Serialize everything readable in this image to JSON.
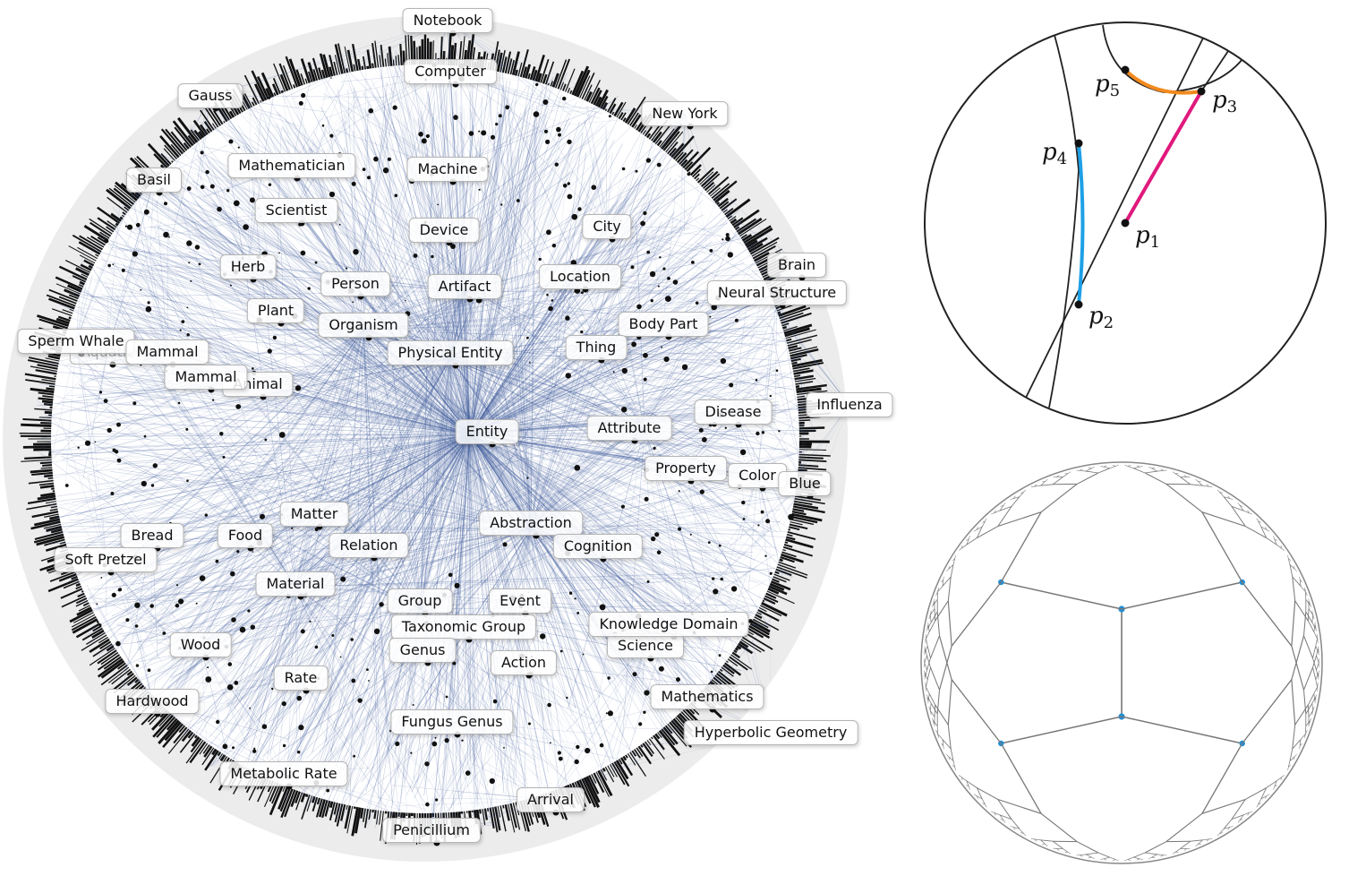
{
  "embedding": {
    "labels": [
      {
        "id": "notebook",
        "text": "Notebook"
      },
      {
        "id": "computer",
        "text": "Computer"
      },
      {
        "id": "gauss",
        "text": "Gauss"
      },
      {
        "id": "new-york",
        "text": "New York"
      },
      {
        "id": "mathematician",
        "text": "Mathematician"
      },
      {
        "id": "machine",
        "text": "Machine"
      },
      {
        "id": "basil",
        "text": "Basil"
      },
      {
        "id": "scientist",
        "text": "Scientist"
      },
      {
        "id": "city",
        "text": "City"
      },
      {
        "id": "device",
        "text": "Device"
      },
      {
        "id": "herb",
        "text": "Herb"
      },
      {
        "id": "brain",
        "text": "Brain"
      },
      {
        "id": "location",
        "text": "Location"
      },
      {
        "id": "person",
        "text": "Person"
      },
      {
        "id": "artifact",
        "text": "Artifact"
      },
      {
        "id": "neural-structure",
        "text": "Neural Structure"
      },
      {
        "id": "plant",
        "text": "Plant"
      },
      {
        "id": "body-part",
        "text": "Body Part"
      },
      {
        "id": "organism",
        "text": "Organism"
      },
      {
        "id": "aquatic",
        "text": "Aquatic"
      },
      {
        "id": "sperm-whale",
        "text": "Sperm Whale"
      },
      {
        "id": "mammal-1",
        "text": "Mammal"
      },
      {
        "id": "thing",
        "text": "Thing"
      },
      {
        "id": "physical-entity",
        "text": "Physical Entity"
      },
      {
        "id": "animal",
        "text": "Animal"
      },
      {
        "id": "mammal-2",
        "text": "Mammal"
      },
      {
        "id": "influenza",
        "text": "Influenza"
      },
      {
        "id": "disease",
        "text": "Disease"
      },
      {
        "id": "entity",
        "text": "Entity"
      },
      {
        "id": "attribute",
        "text": "Attribute"
      },
      {
        "id": "property",
        "text": "Property"
      },
      {
        "id": "color",
        "text": "Color"
      },
      {
        "id": "blue",
        "text": "Blue"
      },
      {
        "id": "matter",
        "text": "Matter"
      },
      {
        "id": "abstraction",
        "text": "Abstraction"
      },
      {
        "id": "bread",
        "text": "Bread"
      },
      {
        "id": "food",
        "text": "Food"
      },
      {
        "id": "relation",
        "text": "Relation"
      },
      {
        "id": "cognition",
        "text": "Cognition"
      },
      {
        "id": "soft-pretzel",
        "text": "Soft Pretzel"
      },
      {
        "id": "material",
        "text": "Material"
      },
      {
        "id": "group",
        "text": "Group"
      },
      {
        "id": "event",
        "text": "Event"
      },
      {
        "id": "science",
        "text": "Science"
      },
      {
        "id": "knowledge-domain",
        "text": "Knowledge Domain"
      },
      {
        "id": "taxonomic-group",
        "text": "Taxonomic Group"
      },
      {
        "id": "wood",
        "text": "Wood"
      },
      {
        "id": "genus",
        "text": "Genus"
      },
      {
        "id": "action",
        "text": "Action"
      },
      {
        "id": "rate",
        "text": "Rate"
      },
      {
        "id": "mathematics",
        "text": "Mathematics"
      },
      {
        "id": "hardwood",
        "text": "Hardwood"
      },
      {
        "id": "fungus-genus",
        "text": "Fungus Genus"
      },
      {
        "id": "hyperbolic-geometry",
        "text": "Hyperbolic Geometry"
      },
      {
        "id": "metabolic-rate",
        "text": "Metabolic Rate"
      },
      {
        "id": "arrival",
        "text": "Arrival"
      },
      {
        "id": "penicillium",
        "text": "Penicillium"
      }
    ],
    "colors": {
      "edges": "#3d5a9b",
      "nodes": "#111111",
      "boundary_halo": "#ececec"
    }
  },
  "geodesics": {
    "points": [
      {
        "id": "p1",
        "letter": "p",
        "sub": "1"
      },
      {
        "id": "p2",
        "letter": "p",
        "sub": "2"
      },
      {
        "id": "p3",
        "letter": "p",
        "sub": "3"
      },
      {
        "id": "p4",
        "letter": "p",
        "sub": "4"
      },
      {
        "id": "p5",
        "letter": "p",
        "sub": "5"
      }
    ],
    "colors": {
      "p2_p4": "#1ea0e6",
      "p1_p3": "#e0197d",
      "p3_p5": "#f28a1e"
    }
  },
  "tree_embedding": {
    "colors": {
      "edges": "#777777",
      "nodes": "#1f8fd6"
    }
  }
}
